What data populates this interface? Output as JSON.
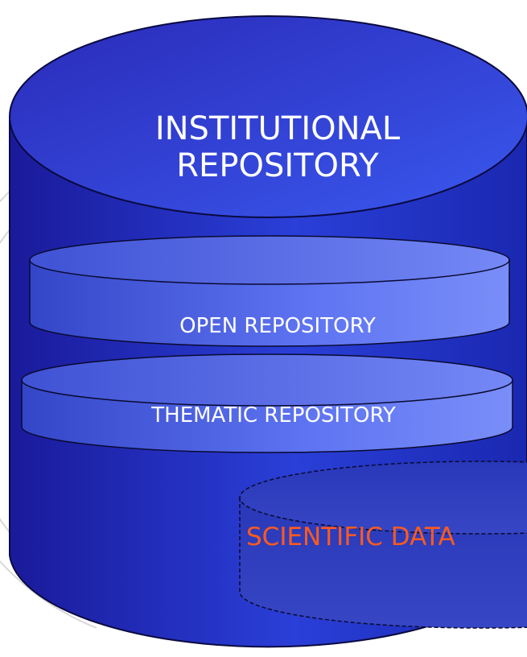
{
  "diagram": {
    "main_cylinder": {
      "title_line_1": "INSTITUTIONAL",
      "title_line_2": "REPOSITORY"
    },
    "layers": {
      "open": "OPEN REPOSITORY",
      "thematic": "THEMATIC REPOSITORY",
      "scientific": "SCIENTIFIC DATA"
    }
  }
}
